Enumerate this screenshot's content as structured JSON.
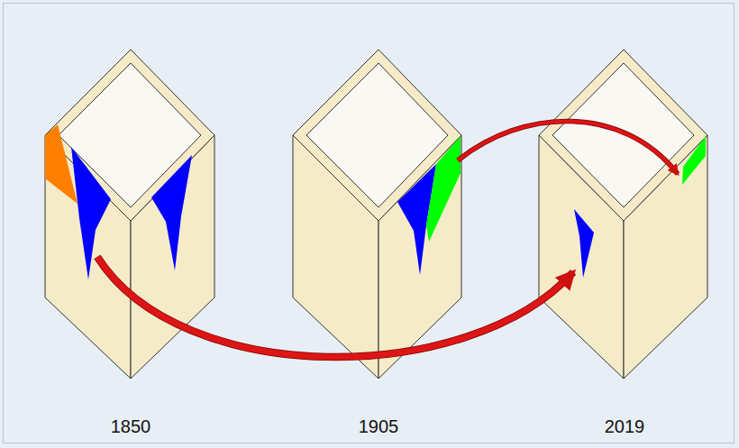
{
  "diagram": {
    "nodes": [
      {
        "text": [
          "1850"
        ]
      },
      {
        "text": [
          "1905"
        ]
      },
      {
        "text": [
          "2019"
        ]
      }
    ],
    "edges": [
      {
        "from": 0,
        "to": 2,
        "arrow": "to"
      },
      {
        "from": 1,
        "to": 2,
        "arrow": "to"
      }
    ]
  }
}
